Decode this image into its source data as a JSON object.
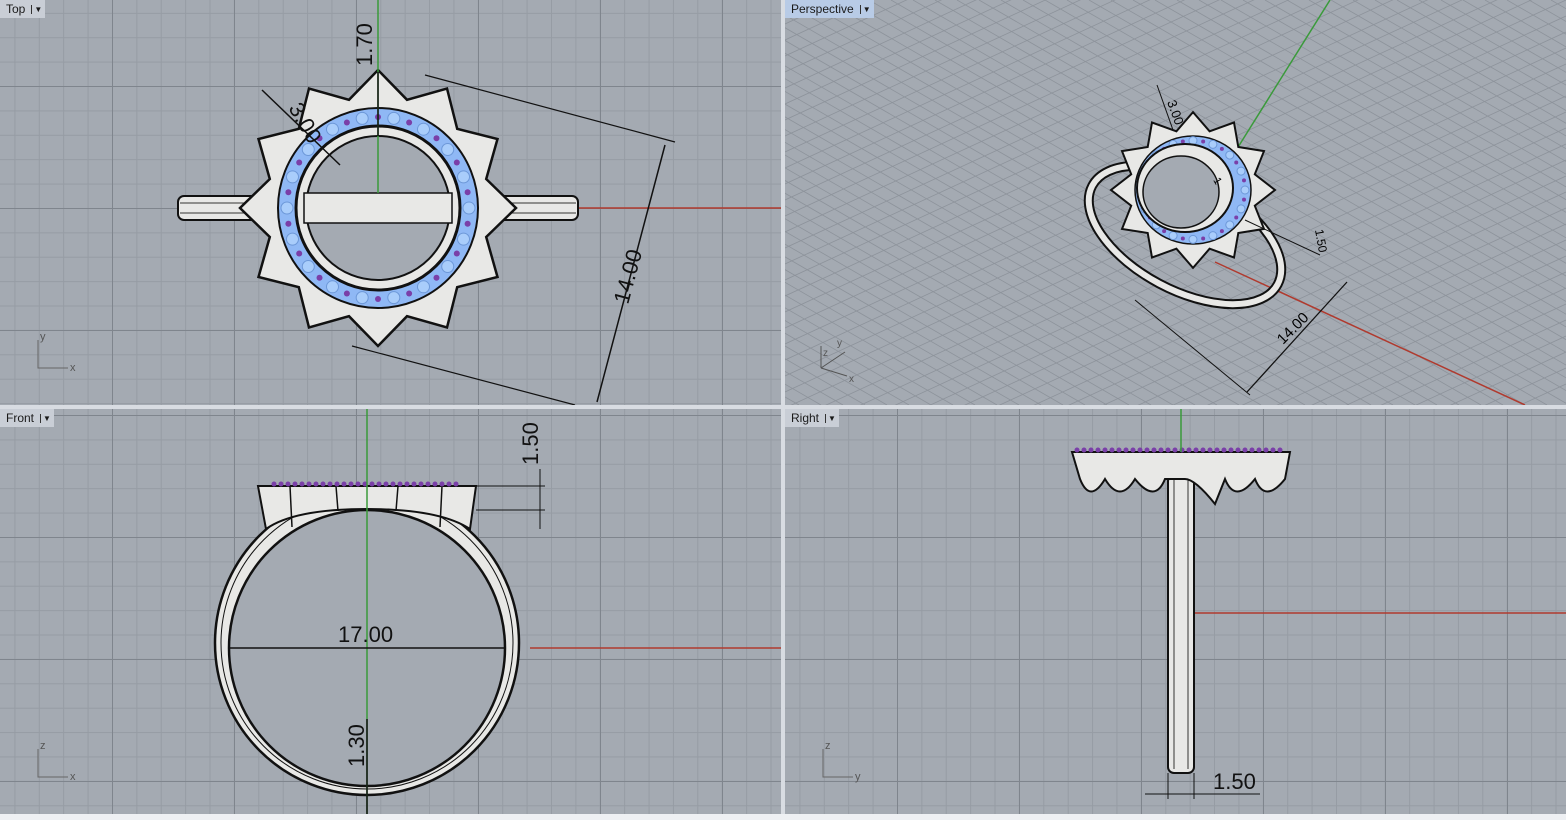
{
  "viewports": {
    "top": {
      "label": "Top",
      "dims": {
        "d1": "1.70",
        "d2": "3.00",
        "d3": "14.00"
      },
      "axes": {
        "a": "y",
        "b": "x"
      }
    },
    "perspective": {
      "label": "Perspective",
      "dims": {
        "d1": "3.00",
        "d2": "1.50",
        "d3": "14.00",
        "d4": "1"
      },
      "axes": {
        "a": "z",
        "b": "y",
        "c": "x"
      }
    },
    "front": {
      "label": "Front",
      "dims": {
        "d1": "1.50",
        "d2": "17.00",
        "d3": "1.30"
      },
      "axes": {
        "a": "z",
        "b": "x"
      }
    },
    "right": {
      "label": "Right",
      "dims": {
        "d1": "1.50"
      },
      "axes": {
        "a": "z",
        "b": "y"
      }
    }
  },
  "colors": {
    "x_axis": "#b03a2e",
    "y_axis": "#3a9a3a",
    "gem_blue": "#8fb8f5",
    "gem_purple": "#7a3fa8",
    "metal": "#e8e8e6"
  }
}
